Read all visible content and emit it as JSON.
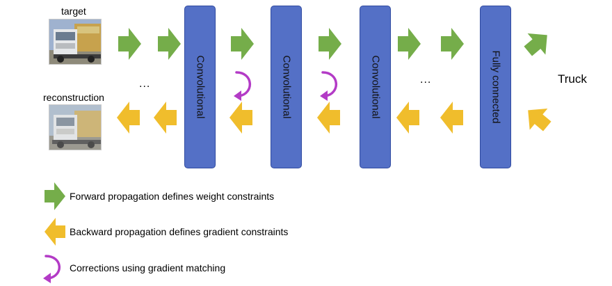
{
  "images": {
    "target_label": "target",
    "reconstruction_label": "reconstruction"
  },
  "layers": [
    {
      "label": "Convolutional"
    },
    {
      "label": "Convolutional"
    },
    {
      "label": "Convolutional"
    },
    {
      "label": "Fully connected"
    }
  ],
  "ellipsis": [
    "...",
    "..."
  ],
  "output_label": "Truck",
  "legend": {
    "forward": "Forward propagation defines weight constraints",
    "backward": "Backward propagation defines gradient constraints",
    "correction": "Corrections using gradient matching"
  },
  "colors": {
    "forward": "#75ad4a",
    "backward": "#f0bd2c",
    "correction": "#b33bc6",
    "layer": "#5470c6"
  },
  "icons": {
    "forward": "green-right-arrow-icon",
    "backward": "yellow-left-arrow-icon",
    "correction": "purple-curved-arrow-icon"
  }
}
